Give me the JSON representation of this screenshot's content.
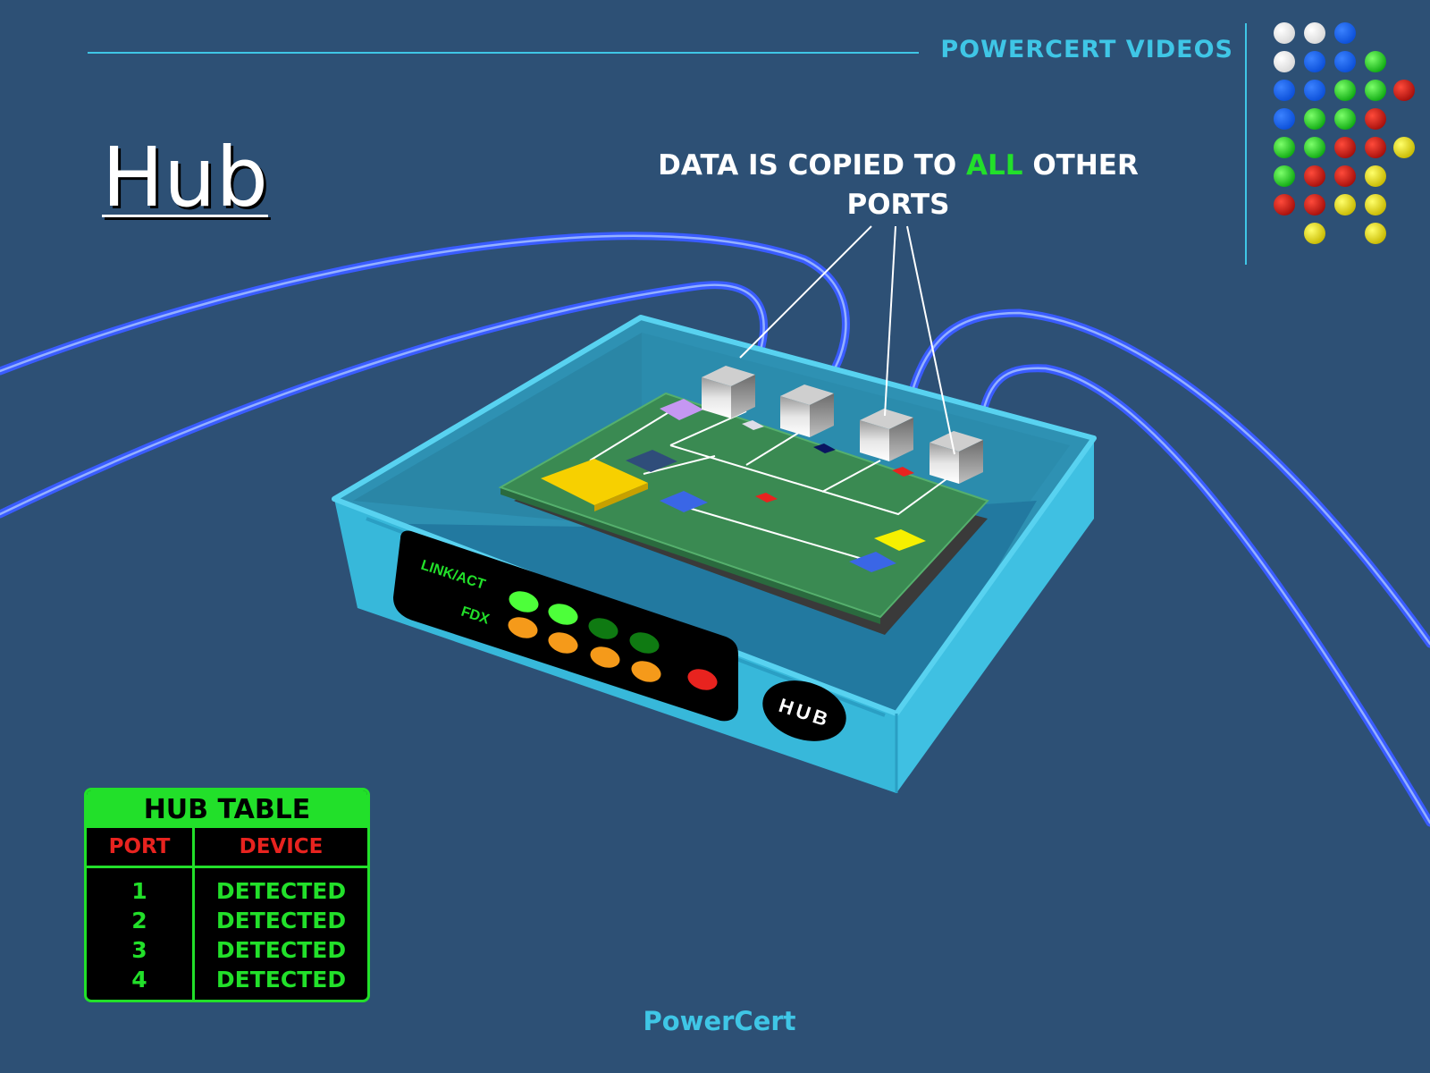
{
  "header": {
    "brand": "POWERCERT VIDEOS"
  },
  "title": "Hub",
  "caption": {
    "before": "DATA IS COPIED TO ",
    "highlight": "ALL",
    "after": " OTHER PORTS"
  },
  "device": {
    "link_label": "LINK/ACT",
    "fdx_label": "FDX",
    "badge": "HUB"
  },
  "hub_table": {
    "title": "HUB TABLE",
    "headers": [
      "PORT",
      "DEVICE"
    ],
    "rows": [
      {
        "port": "1",
        "device": "DETECTED"
      },
      {
        "port": "2",
        "device": "DETECTED"
      },
      {
        "port": "3",
        "device": "DETECTED"
      },
      {
        "port": "4",
        "device": "DETECTED"
      }
    ]
  },
  "footer": {
    "brand": "PowerCert"
  },
  "colors": {
    "background": "#2d5075",
    "accent": "#3fc6e6",
    "highlight": "#22e02a",
    "table_header_text": "#e8231f",
    "cable": "#3a5cff",
    "hub_body": "#37b8da",
    "circuit_board": "#3a8a52"
  }
}
